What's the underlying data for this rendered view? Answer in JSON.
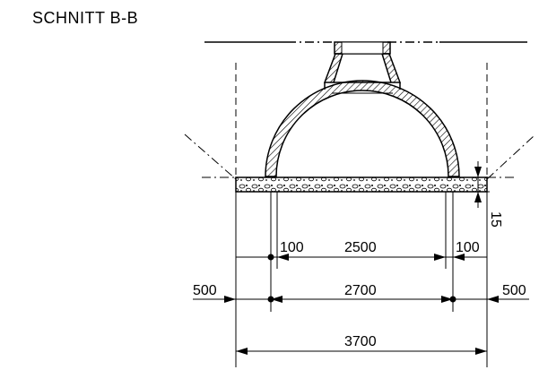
{
  "title": "SCHNITT  B-B",
  "dimensions": {
    "gap_left": "100",
    "inner_width": "2500",
    "gap_right": "100",
    "outer_left": "500",
    "mid_width": "2700",
    "outer_right": "500",
    "total_width": "3700",
    "slab_thickness": "15"
  }
}
